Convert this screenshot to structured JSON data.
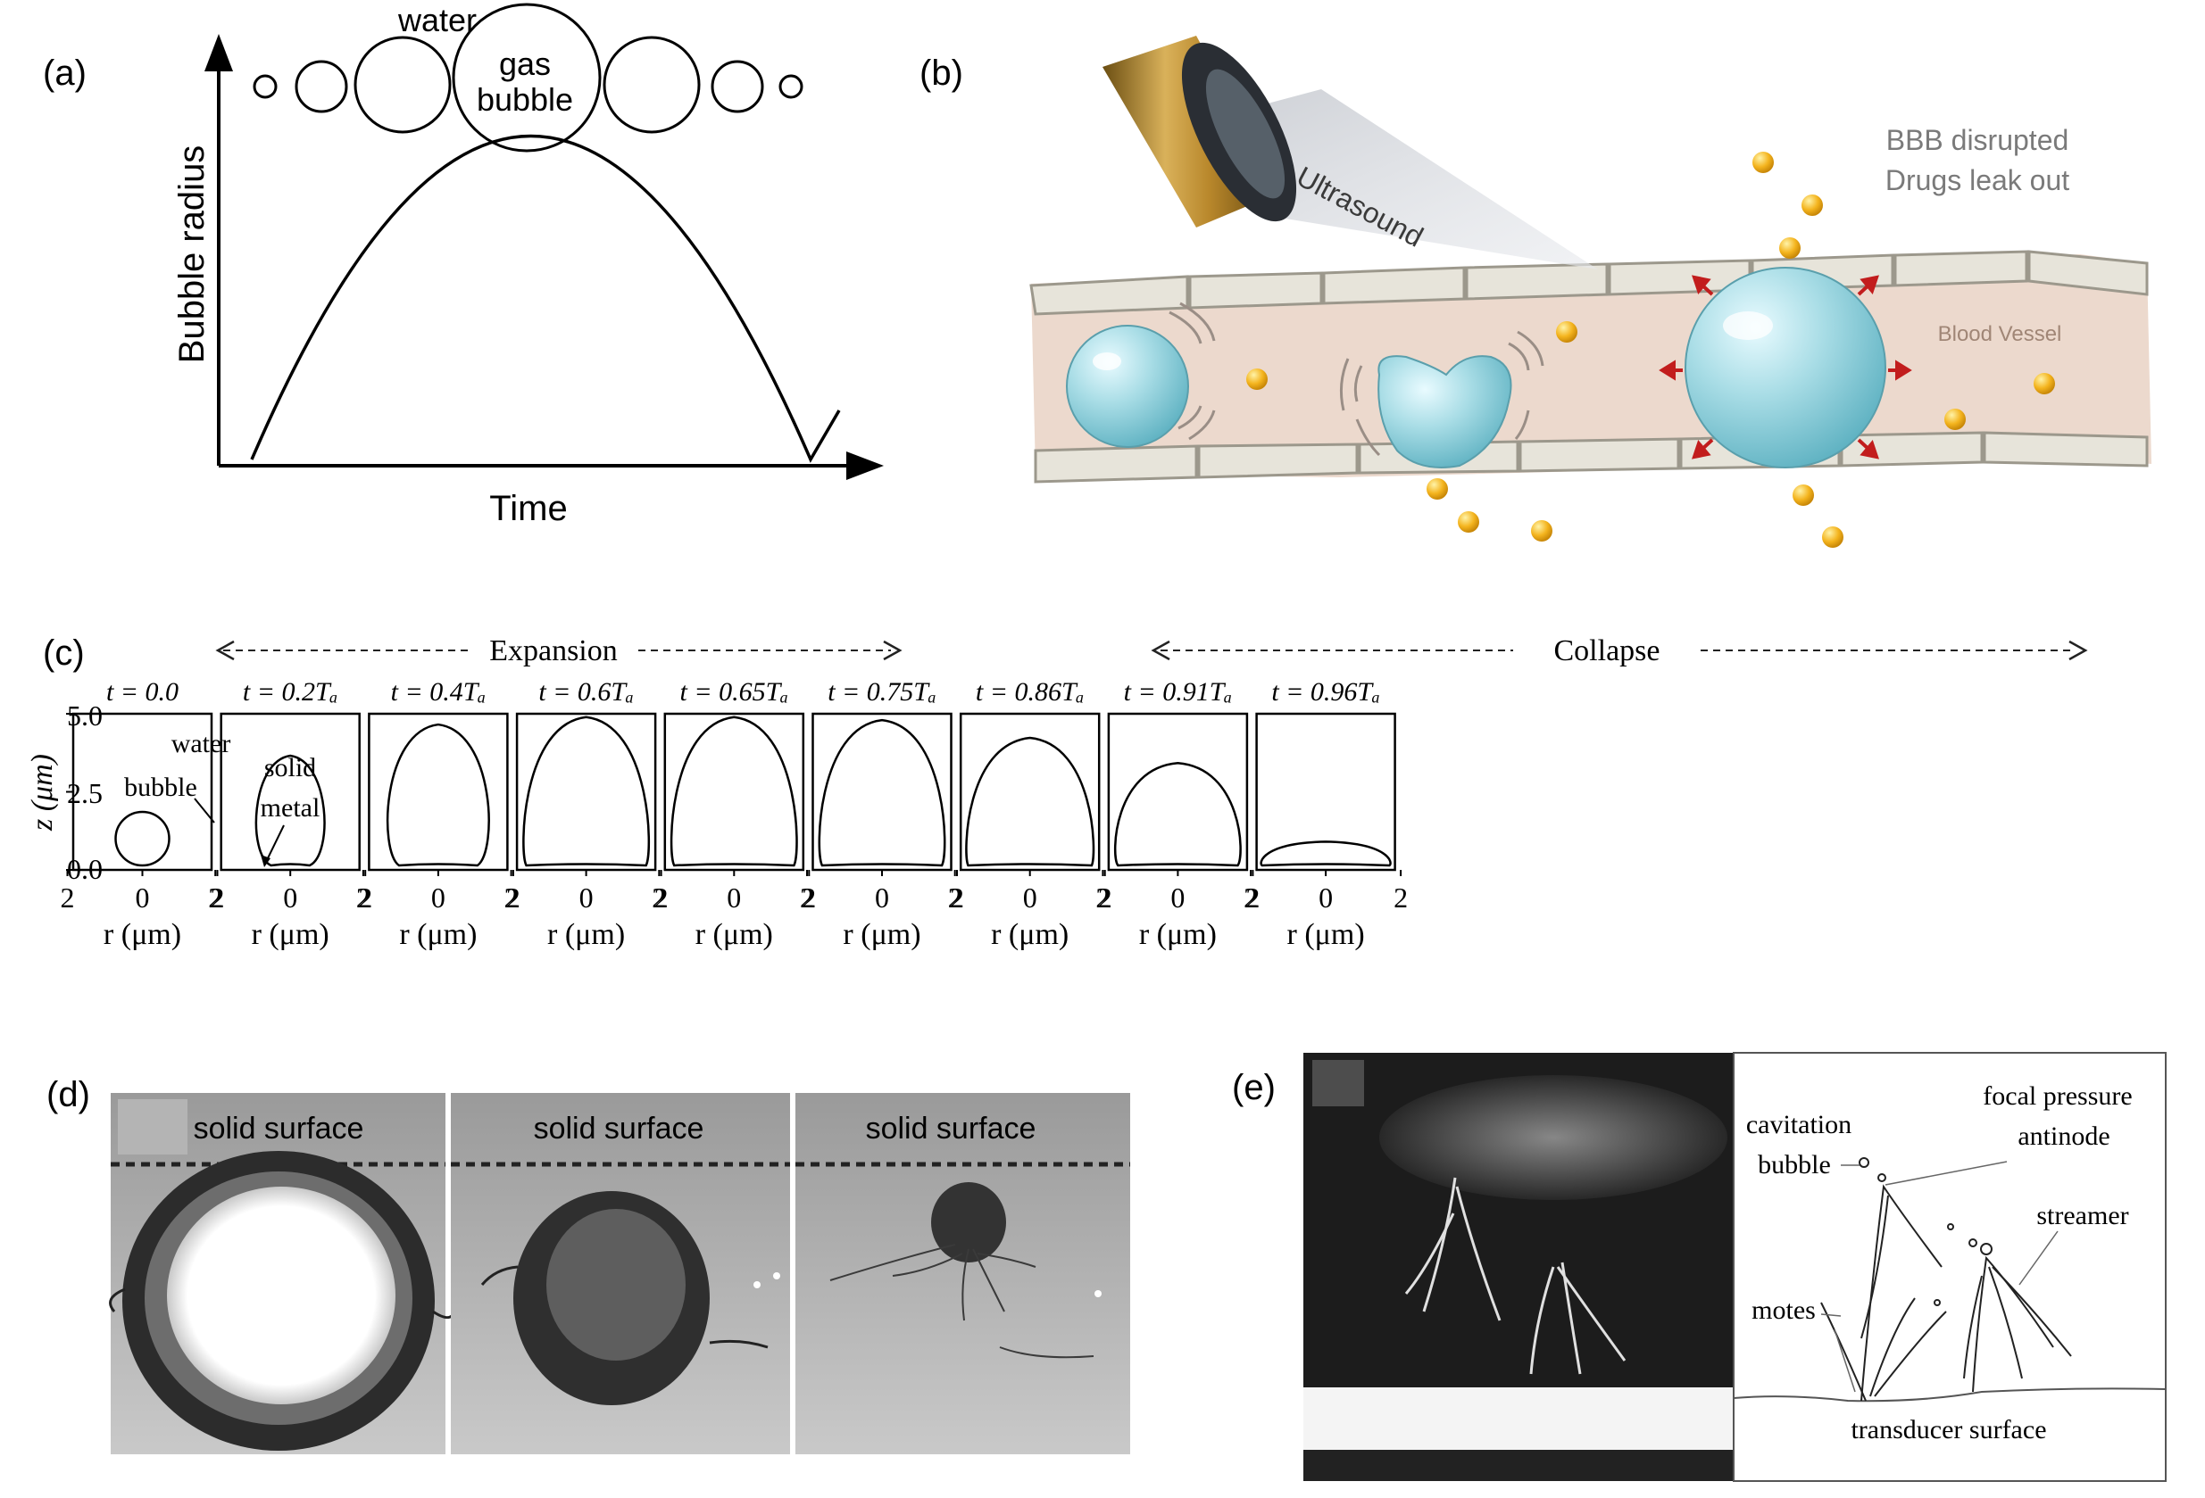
{
  "panel_a": {
    "label": "(a)",
    "water": "water",
    "gas": "gas",
    "bubble": "bubble",
    "ylabel": "Bubble radius",
    "xlabel": "Time"
  },
  "panel_b": {
    "label": "(b)",
    "ultrasound": "Ultrasound",
    "bbb_line1": "BBB disrupted",
    "bbb_line2": "Drugs leak out",
    "vessel": "Blood Vessel"
  },
  "panel_c": {
    "label": "(c)",
    "expansion": "Expansion",
    "collapse": "Collapse",
    "y_axis_label": "z (μm)",
    "y_ticks": [
      "5.0",
      "2.5",
      "0.0"
    ],
    "x_ticks": [
      "2",
      "0",
      "2"
    ],
    "x_label": "r (μm)",
    "annot_water": "water",
    "annot_bubble": "bubble",
    "annot_solid": "solid",
    "annot_metal": "metal",
    "frames": [
      {
        "time": "t = 0.0",
        "w": 0.55,
        "h": 0.62,
        "f": 0.0
      },
      {
        "time": "t = 0.2Tₐ",
        "w": 0.62,
        "h": 0.74,
        "f": 0.15
      },
      {
        "time": "t = 0.4Tₐ",
        "w": 0.88,
        "h": 0.95,
        "f": 0.5
      },
      {
        "time": "t = 0.6Tₐ",
        "w": 1.0,
        "h": 1.0,
        "f": 0.9
      },
      {
        "time": "t = 0.65Tₐ",
        "w": 1.0,
        "h": 1.0,
        "f": 0.9
      },
      {
        "time": "t = 0.75Tₐ",
        "w": 1.0,
        "h": 0.98,
        "f": 0.9
      },
      {
        "time": "t = 0.86Tₐ",
        "w": 1.0,
        "h": 0.86,
        "f": 0.95
      },
      {
        "time": "t = 0.91Tₐ",
        "w": 1.0,
        "h": 0.69,
        "f": 0.9
      },
      {
        "time": "t = 0.96Tₐ",
        "w": 1.0,
        "h": 0.16,
        "f": 1.0
      }
    ]
  },
  "panel_d": {
    "label": "(d)",
    "photo_labels": [
      "solid surface",
      "solid surface",
      "solid surface"
    ]
  },
  "panel_e": {
    "label": "(e)",
    "cavitation": "cavitation",
    "bubble": "bubble",
    "focal": "focal pressure",
    "antinode": "antinode",
    "streamer": "streamer",
    "motes": "motes",
    "transducer": "transducer surface"
  }
}
